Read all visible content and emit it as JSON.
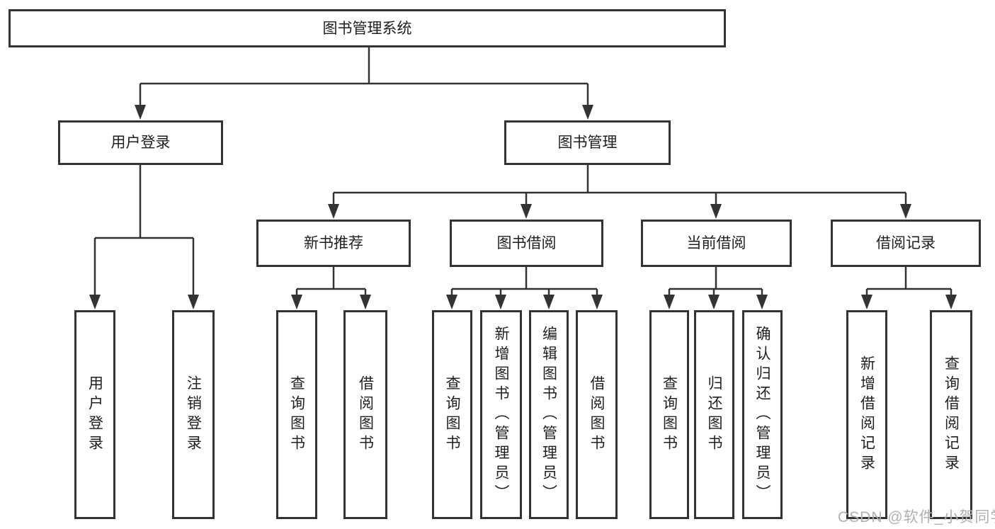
{
  "colors": {
    "line": "#333333",
    "text": "#1f1f1f",
    "box_bg": "#ffffff",
    "background": "#ffffff",
    "watermark": "#b0b0b0"
  },
  "watermark": {
    "text": "CSDN @软件_小贺同学"
  },
  "tree": {
    "root": {
      "label": "图书管理系统",
      "children": [
        {
          "label": "用户登录",
          "children": [
            {
              "label": "用户登录"
            },
            {
              "label": "注销登录"
            }
          ]
        },
        {
          "label": "图书管理",
          "children": [
            {
              "label": "新书推荐",
              "children": [
                {
                  "label": "查询图书"
                },
                {
                  "label": "借阅图书"
                }
              ]
            },
            {
              "label": "图书借阅",
              "children": [
                {
                  "label": "查询图书"
                },
                {
                  "label": "新增图书（管理员）"
                },
                {
                  "label": "编辑图书（管理员）"
                },
                {
                  "label": "借阅图书"
                }
              ]
            },
            {
              "label": "当前借阅",
              "children": [
                {
                  "label": "查询图书"
                },
                {
                  "label": "归还图书"
                },
                {
                  "label": "确认归还（管理员）"
                }
              ]
            },
            {
              "label": "借阅记录",
              "children": [
                {
                  "label": "新增借阅记录"
                },
                {
                  "label": "查询借阅记录"
                }
              ]
            }
          ]
        }
      ]
    }
  }
}
